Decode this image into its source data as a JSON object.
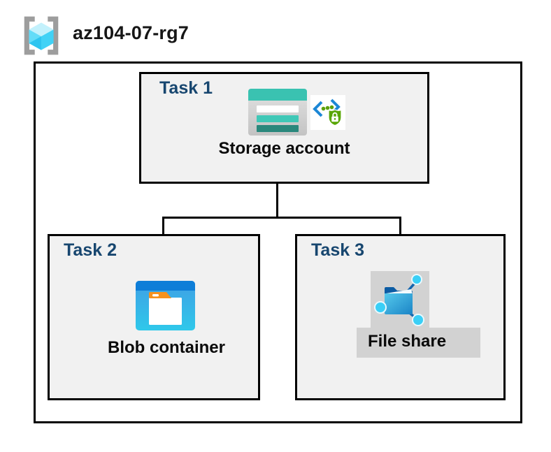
{
  "header": {
    "resource_group_name": "az104-07-rg7",
    "icon": "resource-group-icon"
  },
  "diagram": {
    "tasks": [
      {
        "id": "task1",
        "label": "Task 1",
        "item": "Storage account",
        "icons": [
          "storage-account-icon",
          "sas-secure-code-icon"
        ]
      },
      {
        "id": "task2",
        "label": "Task 2",
        "item": "Blob container",
        "icons": [
          "blob-container-icon"
        ]
      },
      {
        "id": "task3",
        "label": "Task 3",
        "item": "File share",
        "icons": [
          "file-share-icon"
        ]
      }
    ],
    "connections": [
      {
        "from": "Storage account",
        "to": "Blob container"
      },
      {
        "from": "Storage account",
        "to": "File share"
      }
    ]
  },
  "colors": {
    "task_label": "#17466F",
    "box_fill": "#F1F1F1",
    "box_border": "#000000",
    "highlight_gray": "#D2D2D2",
    "storage_teal": "#3AC2B1",
    "storage_teal_dark": "#2A887C",
    "blob_bar_blue": "#0E7ED8",
    "blob_body_cyan": "#30C7EA",
    "fileshare_node_cyan": "#3ACFF6",
    "fileshare_folder_blue": "#1B84C6",
    "shield_green": "#58A604",
    "bracket_gray": "#9D9D9D",
    "cube_cyan": "#45D3F6"
  }
}
